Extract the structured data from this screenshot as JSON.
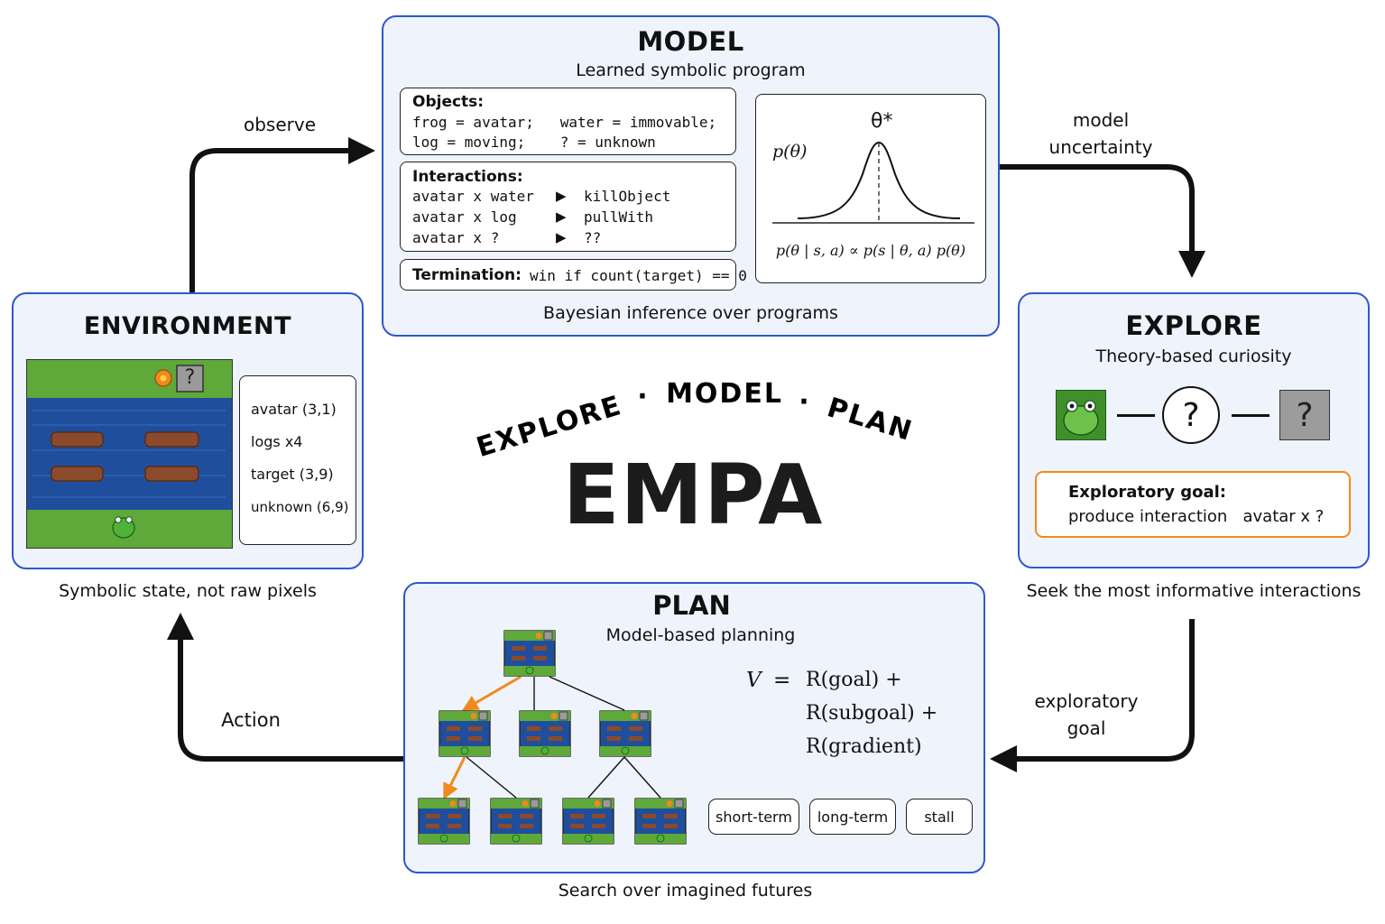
{
  "center": {
    "arc_words": [
      "EXPLORE",
      "·",
      "MODEL",
      "·",
      "PLAN"
    ],
    "title": "EMPA"
  },
  "arrows": {
    "observe": "observe",
    "model_uncertainty_line1": "model",
    "model_uncertainty_line2": "uncertainty",
    "exploratory_goal_line1": "exploratory",
    "exploratory_goal_line2": "goal",
    "action": "Action"
  },
  "model": {
    "title": "MODEL",
    "subtitle": "Learned symbolic program",
    "objects_header": "Objects:",
    "objects_line1": "frog = avatar;   water = immovable;",
    "objects_line2": "log = moving;    ? = unknown",
    "interactions_header": "Interactions:",
    "interactions": [
      {
        "pair": "avatar x water",
        "marker": "▶",
        "effect": "killObject"
      },
      {
        "pair": "avatar x log",
        "marker": "▶",
        "effect": "pullWith"
      },
      {
        "pair": "avatar x ?",
        "marker": "▶",
        "effect": "??"
      }
    ],
    "termination_label": "Termination:",
    "termination_rule": "win if count(target) == 0",
    "plot_peak": "θ*",
    "plot_ylabel": "p(θ)",
    "plot_formula": "p(θ | s, a) ∝ p(s | θ, a) p(θ)",
    "caption": "Bayesian inference over programs"
  },
  "environment": {
    "title": "ENVIRONMENT",
    "grid_unknown": "?",
    "state": [
      "avatar (3,1)",
      "logs x4",
      "target (3,9)",
      "unknown (6,9)"
    ],
    "caption": "Symbolic state, not raw pixels"
  },
  "explore": {
    "title": "EXPLORE",
    "subtitle": "Theory-based curiosity",
    "circle_symbol": "?",
    "box_symbol": "?",
    "goal_header": "Exploratory goal:",
    "goal_text": "produce interaction   avatar x ?",
    "caption": "Seek the most informative interactions"
  },
  "plan": {
    "title": "PLAN",
    "subtitle": "Model-based planning",
    "eq_lhs": "V",
    "eq_eq": "=",
    "eq_terms": [
      "R(goal) +",
      "R(subgoal) +",
      "R(gradient)"
    ],
    "chips": [
      "short-term",
      "long-term",
      "stall"
    ],
    "caption": "Search over imagined futures"
  },
  "colors": {
    "panel_border": "#2f58c8",
    "panel_fill": "#eef3fc",
    "accent_orange": "#f08a1c",
    "grass": "#5fa83a",
    "water": "#1f4f9c",
    "log": "#8b4a2b"
  }
}
